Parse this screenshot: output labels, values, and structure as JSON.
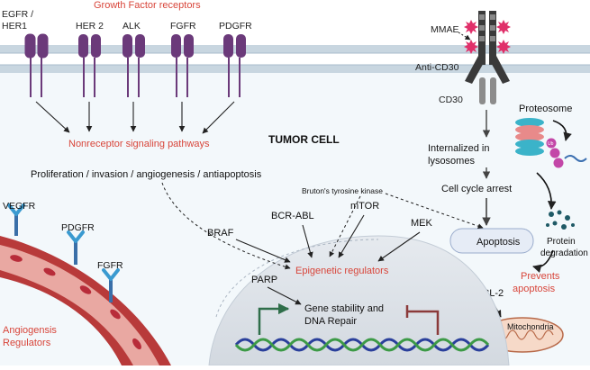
{
  "header": {
    "growth_factor_receptors": "Growth Factor receptors"
  },
  "receptors": {
    "egfr_line1": "EGFR /",
    "egfr_line2": "HER1",
    "her2": "HER 2",
    "alk": "ALK",
    "fgfr": "FGFR",
    "pdgfr": "PDGFR"
  },
  "adc": {
    "mmae": "MMAE",
    "anti_cd30": "Anti-CD30",
    "cd30": "CD30"
  },
  "center": {
    "tumor_cell": "TUMOR CELL",
    "nonreceptor": "Nonreceptor signaling pathways",
    "proliferation": "Proliferation / invasion / angiogenesis / antiapoptosis"
  },
  "internalized": {
    "line1": "Internalized in",
    "line2": "lysosomes"
  },
  "cell_cycle_arrest": "Cell cycle arrest",
  "proteosome": "Proteosome",
  "ub": "Ub",
  "protein_degradation": {
    "line1": "Protein",
    "line2": "degradation"
  },
  "apoptosis": "Apoptosis",
  "prevents_apoptosis": {
    "line1": "Prevents",
    "line2": "apoptosis"
  },
  "bcl2": "BCL-2",
  "mitochondria": "Mitochondria",
  "btk": "Bruton's tyrosine kinase",
  "kinases": {
    "braf": "BRAF",
    "bcr_abl": "BCR-ABL",
    "mtor": "mTOR",
    "mek": "MEK",
    "parp": "PARP"
  },
  "epigenetic": "Epigenetic regulators",
  "gene_stability": {
    "line1": "Gene stability and",
    "line2": "DNA Repair"
  },
  "vessel_receptors": {
    "vegfr": "VEGFR",
    "pdgfr": "PDGFR",
    "fgfr": "FGFR"
  },
  "angiogenesis": {
    "line1": "Angiogensis",
    "line2": "Regulators"
  },
  "colors": {
    "red_label": "#d8453a",
    "receptor_purple": "#6b3a7a",
    "membrane": "#c2d3de",
    "pink_toxin": "#e0306a",
    "vessel": "#b83a3a",
    "nucleus": "#dfe4ea",
    "dna_blue": "#2a3f9b",
    "dna_green": "#3c9a46"
  }
}
